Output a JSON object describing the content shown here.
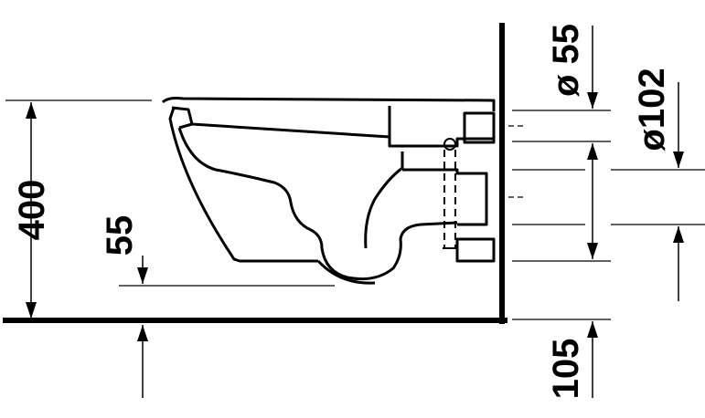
{
  "dimensions": {
    "height_total": "400",
    "seat_offset": "55",
    "pipe_diameter_small": "ø 55",
    "pipe_diameter_large": "ø102",
    "floor_clearance": "105"
  },
  "colors": {
    "line": "#000000",
    "background": "#ffffff"
  }
}
